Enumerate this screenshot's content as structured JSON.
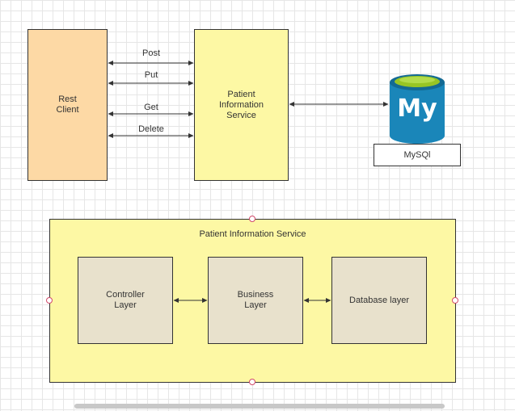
{
  "top": {
    "rest_client": "Rest\nClient",
    "service": "Patient\nInformation\nService",
    "db_label": "MySQl",
    "db_logo_text": "My",
    "arrows": {
      "post": "Post",
      "put": "Put",
      "get": "Get",
      "delete": "Delete"
    }
  },
  "bottom": {
    "container_title": "Patient Information Service",
    "controller": "Controller\nLayer",
    "business": "Business\nLayer",
    "database": "Database layer"
  },
  "colors": {
    "rest_client_fill": "#fdd9a5",
    "service_fill": "#fdf8a4",
    "layer_fill": "#e8e1cc",
    "db_blue": "#1a86b9",
    "db_green": "#97c524"
  }
}
